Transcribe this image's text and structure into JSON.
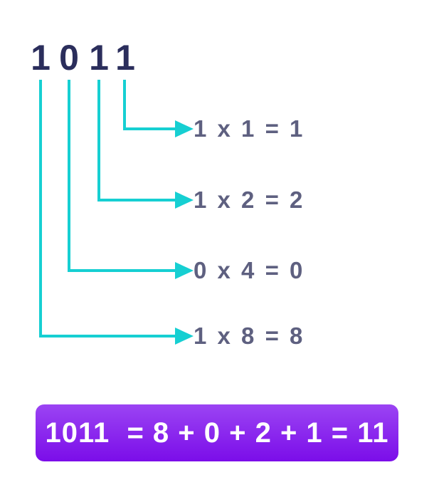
{
  "diagram": {
    "binary_digits": [
      "1",
      "0",
      "1",
      "1"
    ],
    "rows": [
      {
        "equation": "1 x 1 = 1"
      },
      {
        "equation": "1 x 2 = 2"
      },
      {
        "equation": "0 x 4 = 0"
      },
      {
        "equation": "1 x 8 = 8"
      }
    ],
    "result": "1011  = 8 + 0 + 2 + 1 = 11"
  },
  "colors": {
    "digit_navy": "#2B2E5C",
    "equation_gray": "#5E6080",
    "line_cyan": "#16CFD2",
    "box_gradient_top": "#9B44F3",
    "box_gradient_bottom": "#7B0DE9",
    "box_text": "#FFFFFF",
    "background": "#FFFFFF"
  }
}
